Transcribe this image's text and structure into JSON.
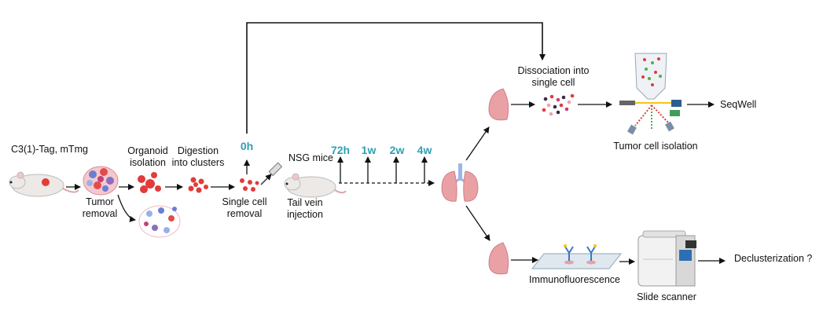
{
  "diagram": {
    "mouse_model": "C3(1)-Tag, mTmg",
    "tumor_removal": [
      "Tumor",
      "removal"
    ],
    "organoid_isolation": [
      "Organoid",
      "isolation"
    ],
    "digestion": [
      "Digestion",
      "into clusters"
    ],
    "single_cell_removal": [
      "Single cell",
      "removal"
    ],
    "nsg_mice": "NSG mice",
    "tail_vein": [
      "Tail vein",
      "injection"
    ],
    "dissociation": [
      "Dissociation into",
      "single cell"
    ],
    "tumor_cell_isolation": "Tumor cell isolation",
    "seqwell": "SeqWell",
    "immunofluorescence": "Immunofluorescence",
    "slide_scanner": "Slide scanner",
    "declusterization": "Declusterization ?"
  },
  "timepoints": [
    "0h",
    "72h",
    "1w",
    "2w",
    "4w"
  ],
  "colors": {
    "timepoint": "#2e9fb3",
    "tissue": "#e9a1a6",
    "cluster": "#e23b3b",
    "arrow": "#111111"
  }
}
